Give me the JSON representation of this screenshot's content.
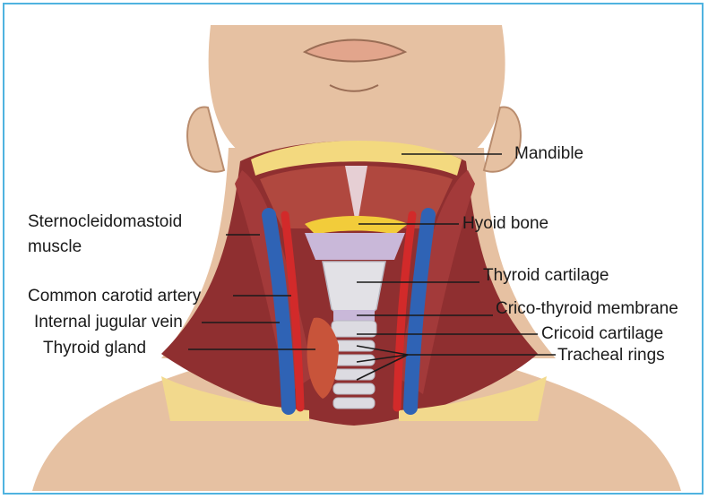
{
  "colors": {
    "frame": "#4fb3e0",
    "skin": "#e6c1a2",
    "skin_shade": "#d7a987",
    "muscle": "#a33a3a",
    "muscle_dark": "#7a2426",
    "artery": "#d22a2a",
    "vein": "#2f63b5",
    "bone": "#f3d97f",
    "hyoid": "#f2cc3a",
    "cartilage": "#dcdbe1",
    "membrane": "#c9b8d9",
    "thyroid_gland": "#c8543a"
  },
  "labels": {
    "mandible": "Mandible",
    "sternocleidomastoid_line1": "Sternocleidomastoid",
    "sternocleidomastoid_line2": "muscle",
    "hyoid_bone": "Hyoid bone",
    "thyroid_cartilage": "Thyroid cartilage",
    "common_carotid_artery": "Common carotid artery",
    "crico_thyroid_membrane": "Crico-thyroid membrane",
    "internal_jugular_vein": "Internal jugular vein",
    "cricoid_cartilage": "Cricoid cartilage",
    "thyroid_gland": "Thyroid gland",
    "tracheal_rings": "Tracheal rings"
  }
}
